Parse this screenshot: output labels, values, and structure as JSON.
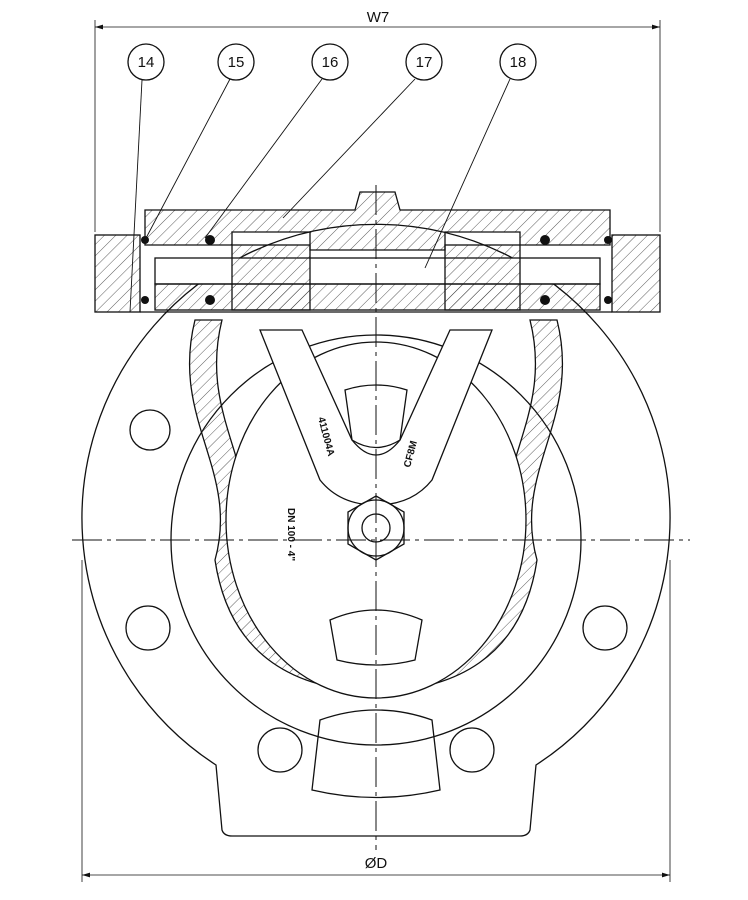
{
  "dimensions": {
    "width_label": "W7",
    "diameter_label": "ØD"
  },
  "balloons": [
    "14",
    "15",
    "16",
    "17",
    "18"
  ],
  "markings": {
    "part_number": "411004A",
    "material": "CF8M",
    "size": "DN 100 - 4\""
  },
  "colors": {
    "line": "#111111",
    "background": "#ffffff"
  }
}
